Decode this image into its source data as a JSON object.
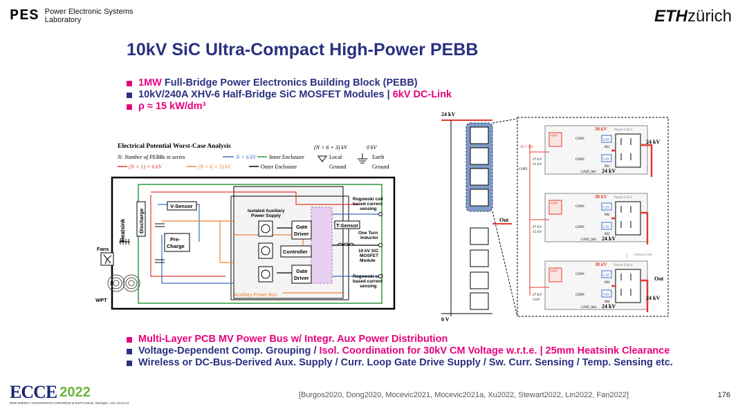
{
  "header": {
    "lab_logo_text": "PES",
    "lab_name_line1": "Power Electronic Systems",
    "lab_name_line2": "Laboratory",
    "eth_bold": "ETH",
    "eth_rest": "zürich"
  },
  "title": "10kV SiC Ultra-Compact High-Power PEBB",
  "top_bullets": [
    {
      "parts": [
        {
          "text": "1MW ",
          "color": "pink"
        },
        {
          "text": "Full-Bridge Power Electronics Building Block (PEBB)",
          "color": "navy"
        }
      ],
      "square": "#e6007e"
    },
    {
      "parts": [
        {
          "text": "10kV/240A XHV-6 Half-Bridge SiC MOSFET Modules  | ",
          "color": "navy"
        },
        {
          "text": "6kV DC-Link",
          "color": "pink"
        }
      ],
      "square": "#2a3080"
    },
    {
      "parts": [
        {
          "text": "ρ ≈ 15 kW/dm³",
          "color": "pink"
        }
      ],
      "square": "#e6007e"
    }
  ],
  "bottom_bullets": [
    {
      "parts": [
        {
          "text": "Multi-Layer PCB MV Power Bus w/ Integr. Aux Power Distribution",
          "color": "pink"
        }
      ],
      "square": "#e6007e"
    },
    {
      "parts": [
        {
          "text": "Voltage-Dependent Comp. Grouping / ",
          "color": "navy"
        },
        {
          "text": "Isol. Coordination for 30kV CM Voltage w.r.t.e. | 25mm Heatsink Clearance",
          "color": "pink"
        }
      ],
      "square": "#2a3080"
    },
    {
      "parts": [
        {
          "text": "Wireless or DC-Bus-Derived Aux. Supply / Curr. Loop Gate Drive Supply / Sw. Curr. Sensing / Temp. Sensing etc.",
          "color": "navy"
        }
      ],
      "square": "#2a3080"
    }
  ],
  "left_diagram": {
    "heading": "Electrical Potential Worst-Case Analysis",
    "legend_n": "N: Number of PEBBs in series",
    "legend_nx6": "N × 6 kV",
    "legend_inner": "Inner Enclosure",
    "legend_n1": "(N + 1) × 6 kV",
    "legend_n63": "(N × 6 + 3) kV",
    "legend_outer": "Outer Enclosure",
    "local_ground_value": "(N × 6 + 3) kV",
    "local_ground": "Local",
    "local_ground2": "Ground",
    "earth_value": "0 kV",
    "earth": "Earth",
    "earth2": "Ground",
    "heatsink": "Heatsink",
    "discharge": "Discharge",
    "v_sensor": "V-Sensor",
    "pre_charge1": "Pre-",
    "pre_charge2": "Charge",
    "fans": "Fans",
    "wpt": "WPT",
    "iso_aux1": "Isolated Auxiliary",
    "iso_aux2": "Power Supply",
    "gate_driver1": "Gate",
    "gate_driver2": "Driver",
    "controller": "Controller",
    "t_sensor": "T-Sensor",
    "rogowski_top1": "Rogowski coil",
    "rogowski_top2": "based current",
    "rogowski_top3": "sensing",
    "one_turn1": "One Turn",
    "one_turn2": "Inductor",
    "sic_module1": "10 kV SiC",
    "sic_module2": "MOSFET",
    "sic_module3": "Module",
    "rogowski_bot1": "Rogowski coil",
    "rogowski_bot2": "based current",
    "rogowski_bot3": "sensing",
    "aux_bus": "Auxiliary Power Bus"
  },
  "right_diagram": {
    "v24_top": "24 kV",
    "v0": "0 V",
    "out": "Out",
    "v48dc": "48 V DC",
    "gnd": "GND",
    "cells": [
      {
        "v30": "30 kV",
        "cell": "Power Cell 1",
        "vl1": "27 kV",
        "vl2": "21 kV",
        "m_top": "M1",
        "m_bot": "M1",
        "gnd_m": "GND_M1",
        "v24": "24 kV",
        "v24r": "24 kV"
      },
      {
        "v30": "30 kV",
        "cell": "Power Cell 2",
        "vl1": "27 kV",
        "vl2": "15 kV",
        "m_top": "M2",
        "m_bot": "M2",
        "gnd_m": "GND_M2",
        "v24": "24 kV",
        "v24r": ""
      },
      {
        "v30": "30 kV",
        "cell": "Power Cell 4",
        "vl1": "27 kV",
        "vl2": "3 kV",
        "m_top": "M4",
        "m_bot": "M4",
        "gnd_m": "GND_M4",
        "v24": "24 kV",
        "v24r": "24 kV"
      }
    ],
    "gdps": "GDPS",
    "gd": "GD",
    "wpt": "WPT",
    "cell3": "4 Power Cell",
    "out_right": "Out"
  },
  "footer": {
    "conf_logo": "ECCE",
    "conf_year": "2022",
    "conf_sub": "IEEE ENERGY CONVERSION CONGRESS & EXPO  Detroit, Michigan, USA  Oct 9-13",
    "references": "[Burgos2020, Dong2020, Mocevic2021, Mocevic2021a, Xu2022, Stewart2022, Lin2022, Fan2022]",
    "page_number": "176"
  },
  "colors": {
    "navy": "#2a3080",
    "pink": "#e6007e",
    "red_line": "#e03a2c",
    "orange_line": "#f08030",
    "blue_line": "#3a6cc0",
    "green_line": "#2e9a3a"
  }
}
